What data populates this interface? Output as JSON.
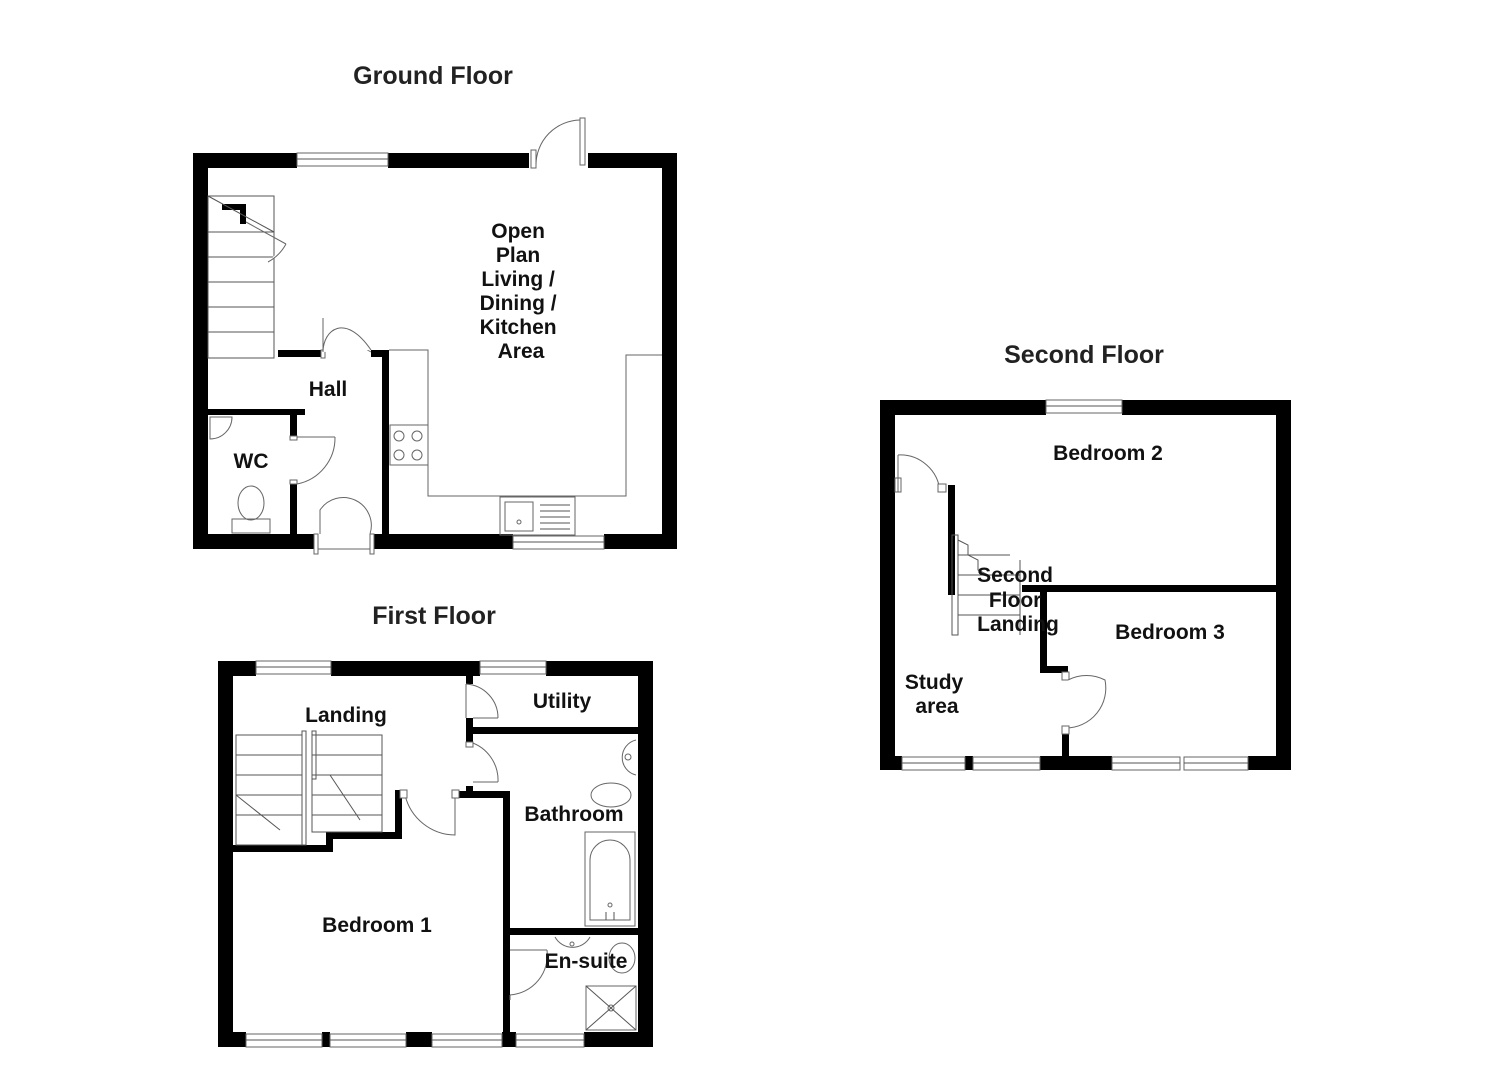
{
  "floors": [
    {
      "id": "ground",
      "title": "Ground Floor"
    },
    {
      "id": "first",
      "title": "First Floor"
    },
    {
      "id": "second",
      "title": "Second Floor"
    }
  ],
  "rooms": {
    "open_plan": [
      "Open",
      "Plan",
      "Living /",
      "Dining /",
      "Kitchen",
      "Area"
    ],
    "hall": "Hall",
    "wc": "WC",
    "landing": "Landing",
    "utility": "Utility",
    "bathroom": "Bathroom",
    "bedroom1": "Bedroom 1",
    "ensuite": "En-suite",
    "bedroom2": "Bedroom 2",
    "bedroom3": "Bedroom 3",
    "second_landing": [
      "Second",
      "Floor",
      "Landing"
    ],
    "study": [
      "Study",
      "area"
    ]
  }
}
